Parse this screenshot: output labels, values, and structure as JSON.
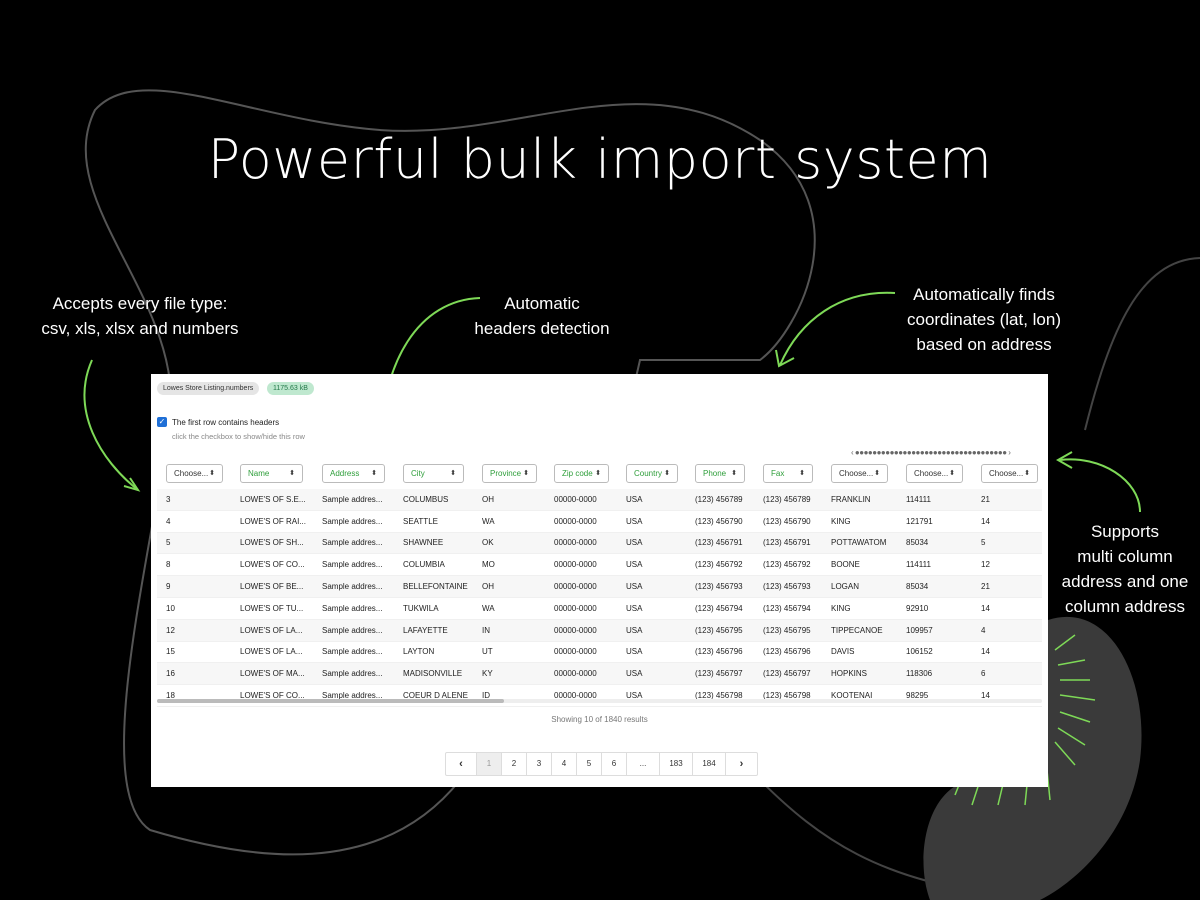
{
  "title": "Powerful bulk import system",
  "annotations": {
    "file_types": [
      "Accepts every file type:",
      "csv, xls, xlsx and numbers"
    ],
    "headers": [
      "Automatic",
      "headers detection"
    ],
    "coordinates": [
      "Automatically finds",
      "coordinates (lat, lon)",
      "based on address"
    ],
    "address": [
      "Supports",
      "multi column",
      "address and one",
      "column address"
    ]
  },
  "colors": {
    "accent": "#7ed957",
    "checkbox": "#1f6fd6",
    "header_green": "#2e9e3a",
    "chip_green": "#bfe8cf"
  },
  "file": {
    "name": "Lowes Store Listing.numbers",
    "size": "1175.63 kB"
  },
  "first_row": {
    "label": "The first row contains headers",
    "hint": "click the checkbox to show/hide this row",
    "checked": "✓"
  },
  "column_scroll": {
    "left": "‹",
    "dots": "●●●●●●●●●●●●●●●●●●●●●●●●●●●●●●●●●●●",
    "right": "›"
  },
  "headers": [
    {
      "label": "Choose...",
      "matched": false
    },
    {
      "label": "Name",
      "matched": true
    },
    {
      "label": "Address",
      "matched": true
    },
    {
      "label": "City",
      "matched": true
    },
    {
      "label": "Province",
      "matched": true
    },
    {
      "label": "Zip code",
      "matched": true
    },
    {
      "label": "Country",
      "matched": true
    },
    {
      "label": "Phone",
      "matched": true
    },
    {
      "label": "Fax",
      "matched": true
    },
    {
      "label": "Choose...",
      "matched": false
    },
    {
      "label": "Choose...",
      "matched": false
    },
    {
      "label": "Choose...",
      "matched": false
    }
  ],
  "rows": [
    [
      "3",
      "LOWE'S OF S.E...",
      "Sample addres...",
      "COLUMBUS",
      "OH",
      "00000-0000",
      "USA",
      "(123) 456789",
      "(123) 456789",
      "FRANKLIN",
      "114111",
      "21"
    ],
    [
      "4",
      "LOWE'S OF RAI...",
      "Sample addres...",
      "SEATTLE",
      "WA",
      "00000-0000",
      "USA",
      "(123) 456790",
      "(123) 456790",
      "KING",
      "121791",
      "14"
    ],
    [
      "5",
      "LOWE'S OF SH...",
      "Sample addres...",
      "SHAWNEE",
      "OK",
      "00000-0000",
      "USA",
      "(123) 456791",
      "(123) 456791",
      "POTTAWATOM",
      "85034",
      "5"
    ],
    [
      "8",
      "LOWE'S OF CO...",
      "Sample addres...",
      "COLUMBIA",
      "MO",
      "00000-0000",
      "USA",
      "(123) 456792",
      "(123) 456792",
      "BOONE",
      "114111",
      "12"
    ],
    [
      "9",
      "LOWE'S OF BE...",
      "Sample addres...",
      "BELLEFONTAINE",
      "OH",
      "00000-0000",
      "USA",
      "(123) 456793",
      "(123) 456793",
      "LOGAN",
      "85034",
      "21"
    ],
    [
      "10",
      "LOWE'S OF TU...",
      "Sample addres...",
      "TUKWILA",
      "WA",
      "00000-0000",
      "USA",
      "(123) 456794",
      "(123) 456794",
      "KING",
      "92910",
      "14"
    ],
    [
      "12",
      "LOWE'S OF LA...",
      "Sample addres...",
      "LAFAYETTE",
      "IN",
      "00000-0000",
      "USA",
      "(123) 456795",
      "(123) 456795",
      "TIPPECANOE",
      "109957",
      "4"
    ],
    [
      "15",
      "LOWE'S OF LA...",
      "Sample addres...",
      "LAYTON",
      "UT",
      "00000-0000",
      "USA",
      "(123) 456796",
      "(123) 456796",
      "DAVIS",
      "106152",
      "14"
    ],
    [
      "16",
      "LOWE'S OF MA...",
      "Sample addres...",
      "MADISONVILLE",
      "KY",
      "00000-0000",
      "USA",
      "(123) 456797",
      "(123) 456797",
      "HOPKINS",
      "118306",
      "6"
    ],
    [
      "18",
      "LOWE'S OF CO...",
      "Sample addres...",
      "COEUR D ALENE",
      "ID",
      "00000-0000",
      "USA",
      "(123) 456798",
      "(123) 456798",
      "KOOTENAI",
      "98295",
      "14"
    ]
  ],
  "results_text": "Showing 10 of 1840 results",
  "pagination": {
    "prev": "‹",
    "pages": [
      "1",
      "2",
      "3",
      "4",
      "5",
      "6",
      "...",
      "183",
      "184"
    ],
    "active_page": "1",
    "next": "›"
  }
}
